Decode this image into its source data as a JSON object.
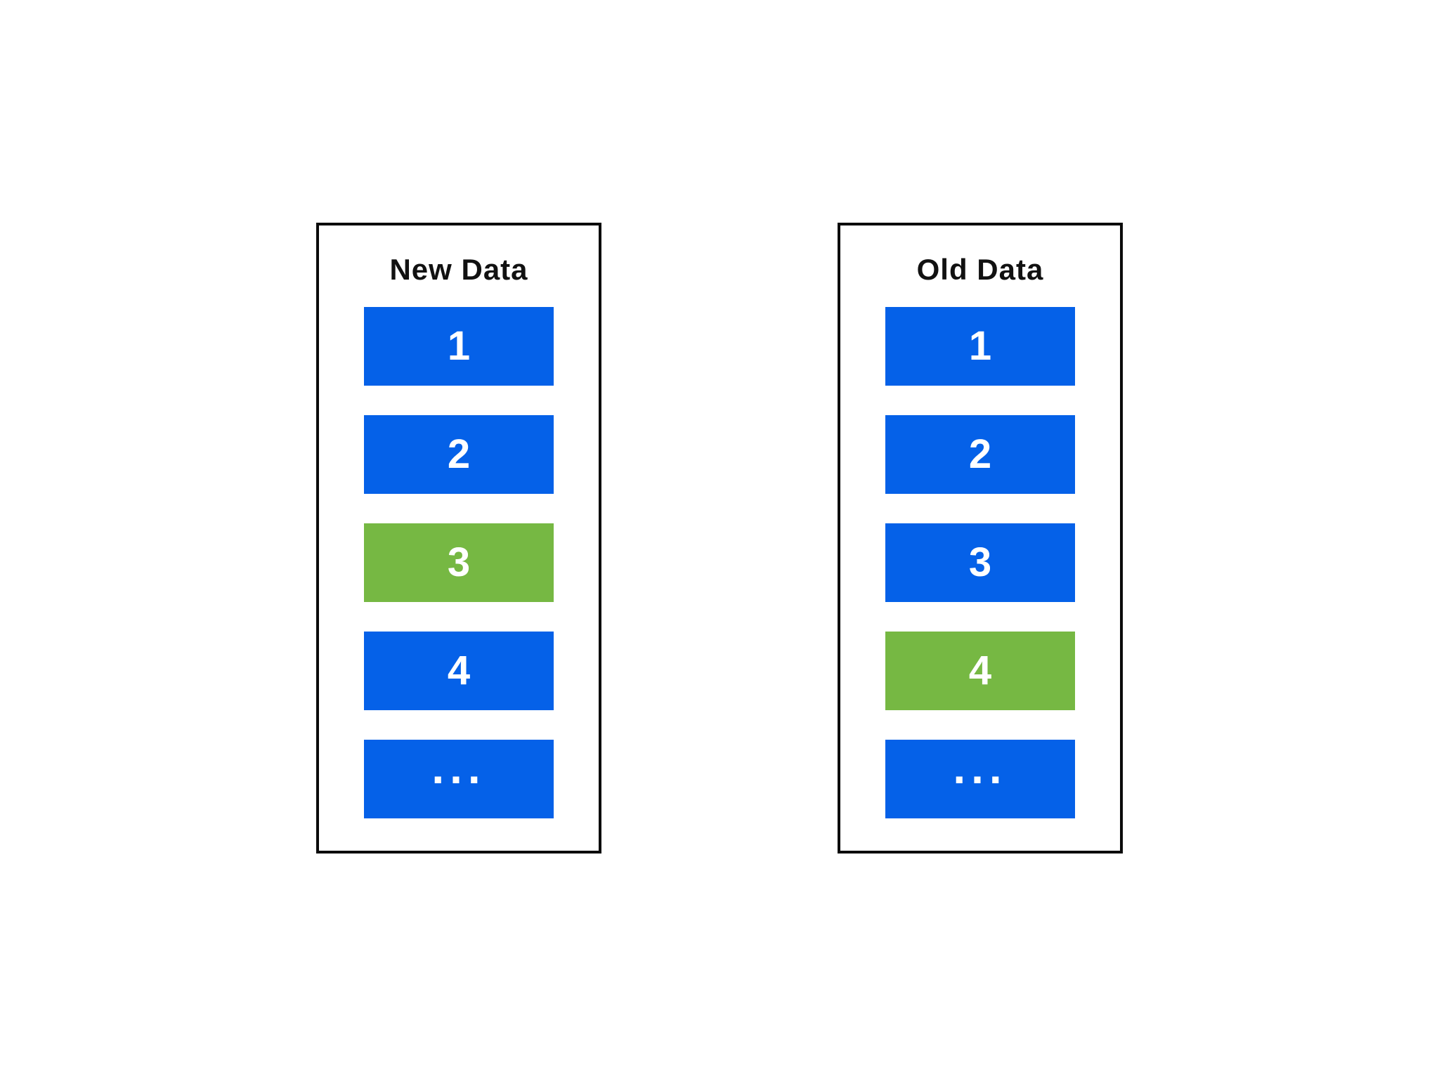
{
  "colors": {
    "blue": "#0561e8",
    "green": "#76b843",
    "border": "#0b0b0b",
    "background": "#ffffff",
    "block_text": "#ffffff",
    "title_text": "#111111"
  },
  "ellipsis_label": "...",
  "columns": [
    {
      "title": "New Data",
      "blocks": [
        {
          "label": "1",
          "color": "blue"
        },
        {
          "label": "2",
          "color": "blue"
        },
        {
          "label": "3",
          "color": "green"
        },
        {
          "label": "4",
          "color": "blue"
        },
        {
          "label": "...",
          "color": "blue"
        }
      ]
    },
    {
      "title": "Old Data",
      "blocks": [
        {
          "label": "1",
          "color": "blue"
        },
        {
          "label": "2",
          "color": "blue"
        },
        {
          "label": "3",
          "color": "blue"
        },
        {
          "label": "4",
          "color": "green"
        },
        {
          "label": "...",
          "color": "blue"
        }
      ]
    }
  ]
}
